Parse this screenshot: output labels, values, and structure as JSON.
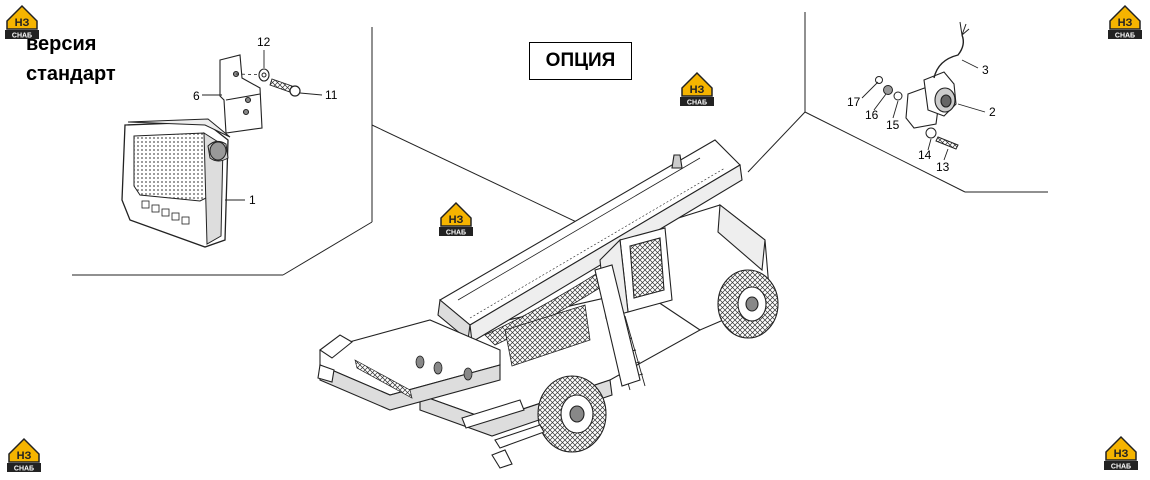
{
  "header": {
    "version_line1": "версия",
    "version_line2": "стандарт",
    "option_label": "ОПЦИЯ"
  },
  "logo": {
    "top_text": "НЗ",
    "bottom_text": "СНАБ",
    "accent_color": "#f5b400",
    "dark_color": "#222222"
  },
  "callouts": {
    "c1": "1",
    "c2": "2",
    "c3": "3",
    "c6": "6",
    "c11": "11",
    "c12": "12",
    "c13": "13",
    "c14": "14",
    "c15": "15",
    "c16": "16",
    "c17": "17"
  }
}
